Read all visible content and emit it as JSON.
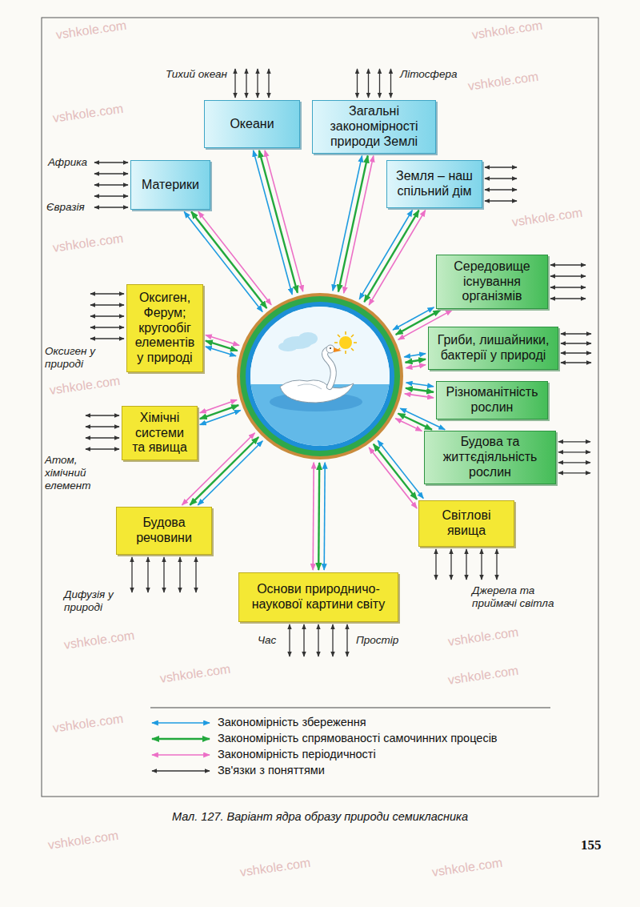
{
  "diagram": {
    "caption": "Мал. 127. Варіант ядра образу природи семикласника",
    "nodes": [
      {
        "text": [
          "Океани"
        ]
      },
      {
        "text": [
          "Загальні закономірності природи Землі"
        ]
      },
      {
        "text": [
          "Материки"
        ]
      },
      {
        "text": [
          "Земля – наш спільний дім"
        ]
      },
      {
        "text": [
          "Середовище існування організмів"
        ]
      },
      {
        "text": [
          "Оксиген, Ферум; кругообіг елементів у природі"
        ]
      },
      {
        "text": [
          "Гриби, лишайники, бактерії у природі"
        ]
      },
      {
        "text": [
          "Різноманітність рослин"
        ]
      },
      {
        "text": [
          "Хімічні системи та явища"
        ]
      },
      {
        "text": [
          "Будова та життєдіяльність рослин"
        ]
      },
      {
        "text": [
          "Світлові явища"
        ]
      },
      {
        "text": [
          "Будова речовини"
        ]
      },
      {
        "text": [
          "Основи природничо-наукової картини світу"
        ]
      }
    ],
    "labels": [
      "Тихий океан",
      "Літосфера",
      "Африка",
      "Євразія",
      "Оксиген у природі",
      "Атом, хімічний елемент",
      "Дифузія у природі",
      "Час",
      "Простір",
      "Джерела та приймачі світла",
      "155",
      "vshkole.com",
      "vshkole.com",
      "vshkole.com",
      "vshkole.com",
      "vshkole.com",
      "vshkole.com",
      "vshkole.com",
      "vshkole.com",
      "vshkole.com",
      "vshkole.com",
      "vshkole.com",
      "vshkole.com",
      "vshkole.com",
      "vshkole.com",
      "vshkole.com"
    ],
    "legend": [
      {
        "text": "Закономірність збереження"
      },
      {
        "text": "Закономірність спрямованості самочинних процесів"
      },
      {
        "text": "Закономірність періодичності"
      },
      {
        "text": "Зв'язки з поняттями"
      }
    ]
  }
}
